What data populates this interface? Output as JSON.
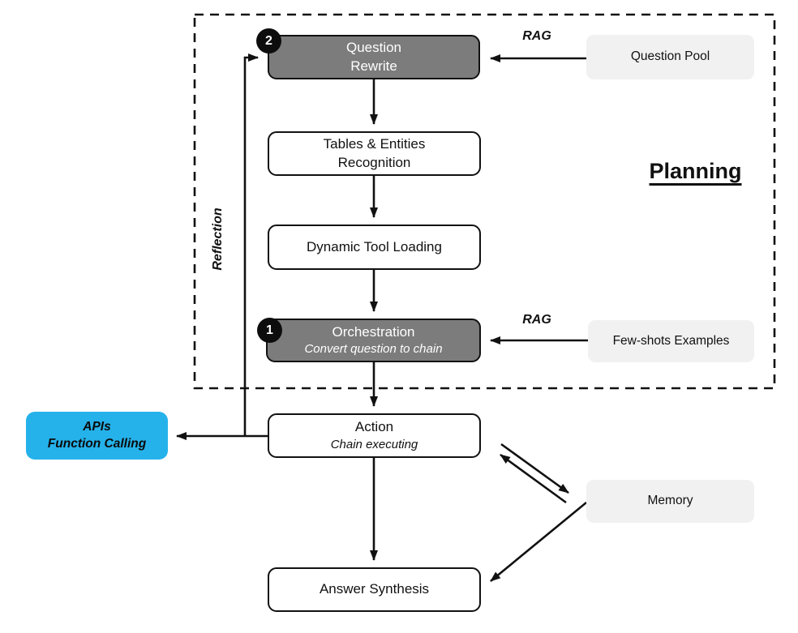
{
  "colors": {
    "dark_node_fill": "#7c7c7c",
    "light_node_fill": "#f1f1f1",
    "blue_node_fill": "#25b2ea",
    "line_color": "#111111",
    "dark_node_text": "#ffffff",
    "default_text": "#111111"
  },
  "labels": {
    "planning": "Planning",
    "reflection": "Reflection",
    "rag_top": "RAG",
    "rag_bottom": "RAG"
  },
  "nodes": {
    "question_rewrite": {
      "badge": "2",
      "line1": "Question",
      "line2": "Rewrite"
    },
    "question_pool": {
      "label": "Question Pool"
    },
    "tables_entities": {
      "line1": "Tables & Entities",
      "line2": "Recognition"
    },
    "dynamic_tool_loading": {
      "label": "Dynamic Tool Loading"
    },
    "orchestration": {
      "badge": "1",
      "title": "Orchestration",
      "subtitle": "Convert question to chain"
    },
    "few_shots": {
      "label": "Few-shots Examples"
    },
    "action": {
      "title": "Action",
      "subtitle": "Chain executing"
    },
    "apis": {
      "line1": "APIs",
      "line2": "Function Calling"
    },
    "memory": {
      "label": "Memory"
    },
    "answer_synthesis": {
      "label": "Answer Synthesis"
    }
  }
}
